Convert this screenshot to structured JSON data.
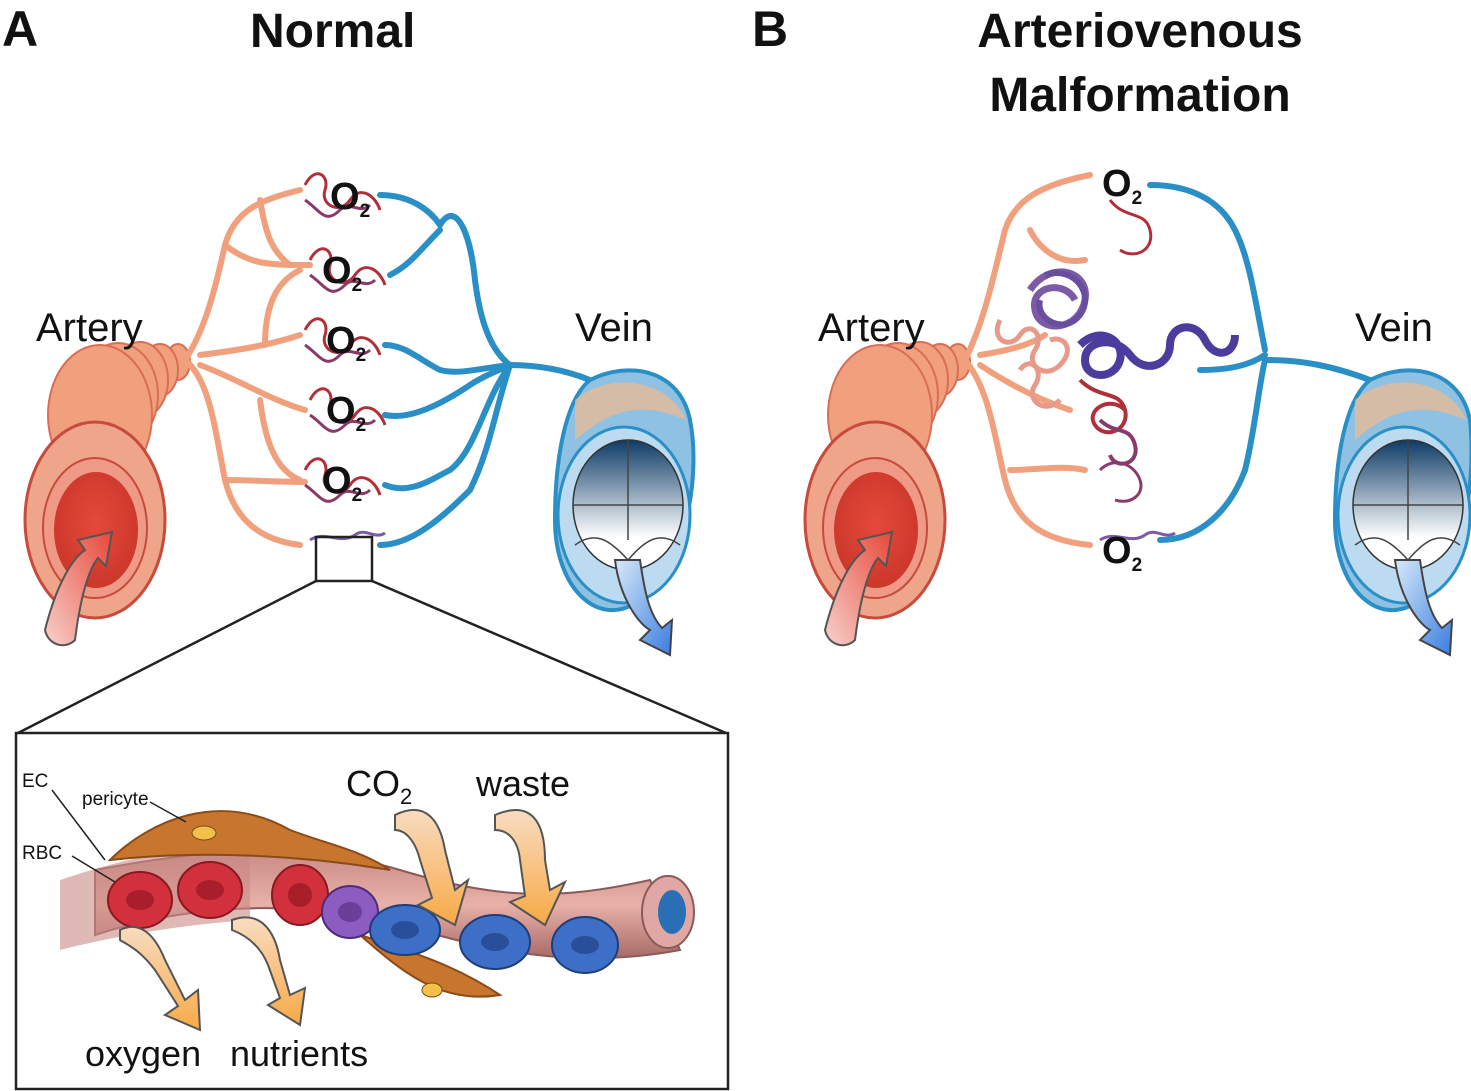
{
  "panels": [
    {
      "letter": "A",
      "title": "Normal"
    },
    {
      "letter": "B",
      "title_line1": "Arteriovenous",
      "title_line2": "Malformation"
    }
  ],
  "vessels": {
    "artery": "Artery",
    "vein": "Vein"
  },
  "oxygen_symbol": {
    "main": "O",
    "sub": "2"
  },
  "inset": {
    "cell_labels": {
      "ec": "EC",
      "pericyte": "pericyte",
      "rbc": "RBC"
    },
    "exchange": {
      "co2_main": "CO",
      "co2_sub": "2",
      "waste": "waste",
      "oxygen": "oxygen",
      "nutrients": "nutrients"
    }
  },
  "colors": {
    "artery": "#e8876a",
    "artery_dark": "#c0392b",
    "capillary_red": "#b0303a",
    "capillary_purple": "#7b5aa6",
    "vein": "#2a8fc6",
    "vein_dark": "#0d3b66",
    "nidus": "#4b3c9e",
    "arrow_orange": "#f7b25a"
  }
}
